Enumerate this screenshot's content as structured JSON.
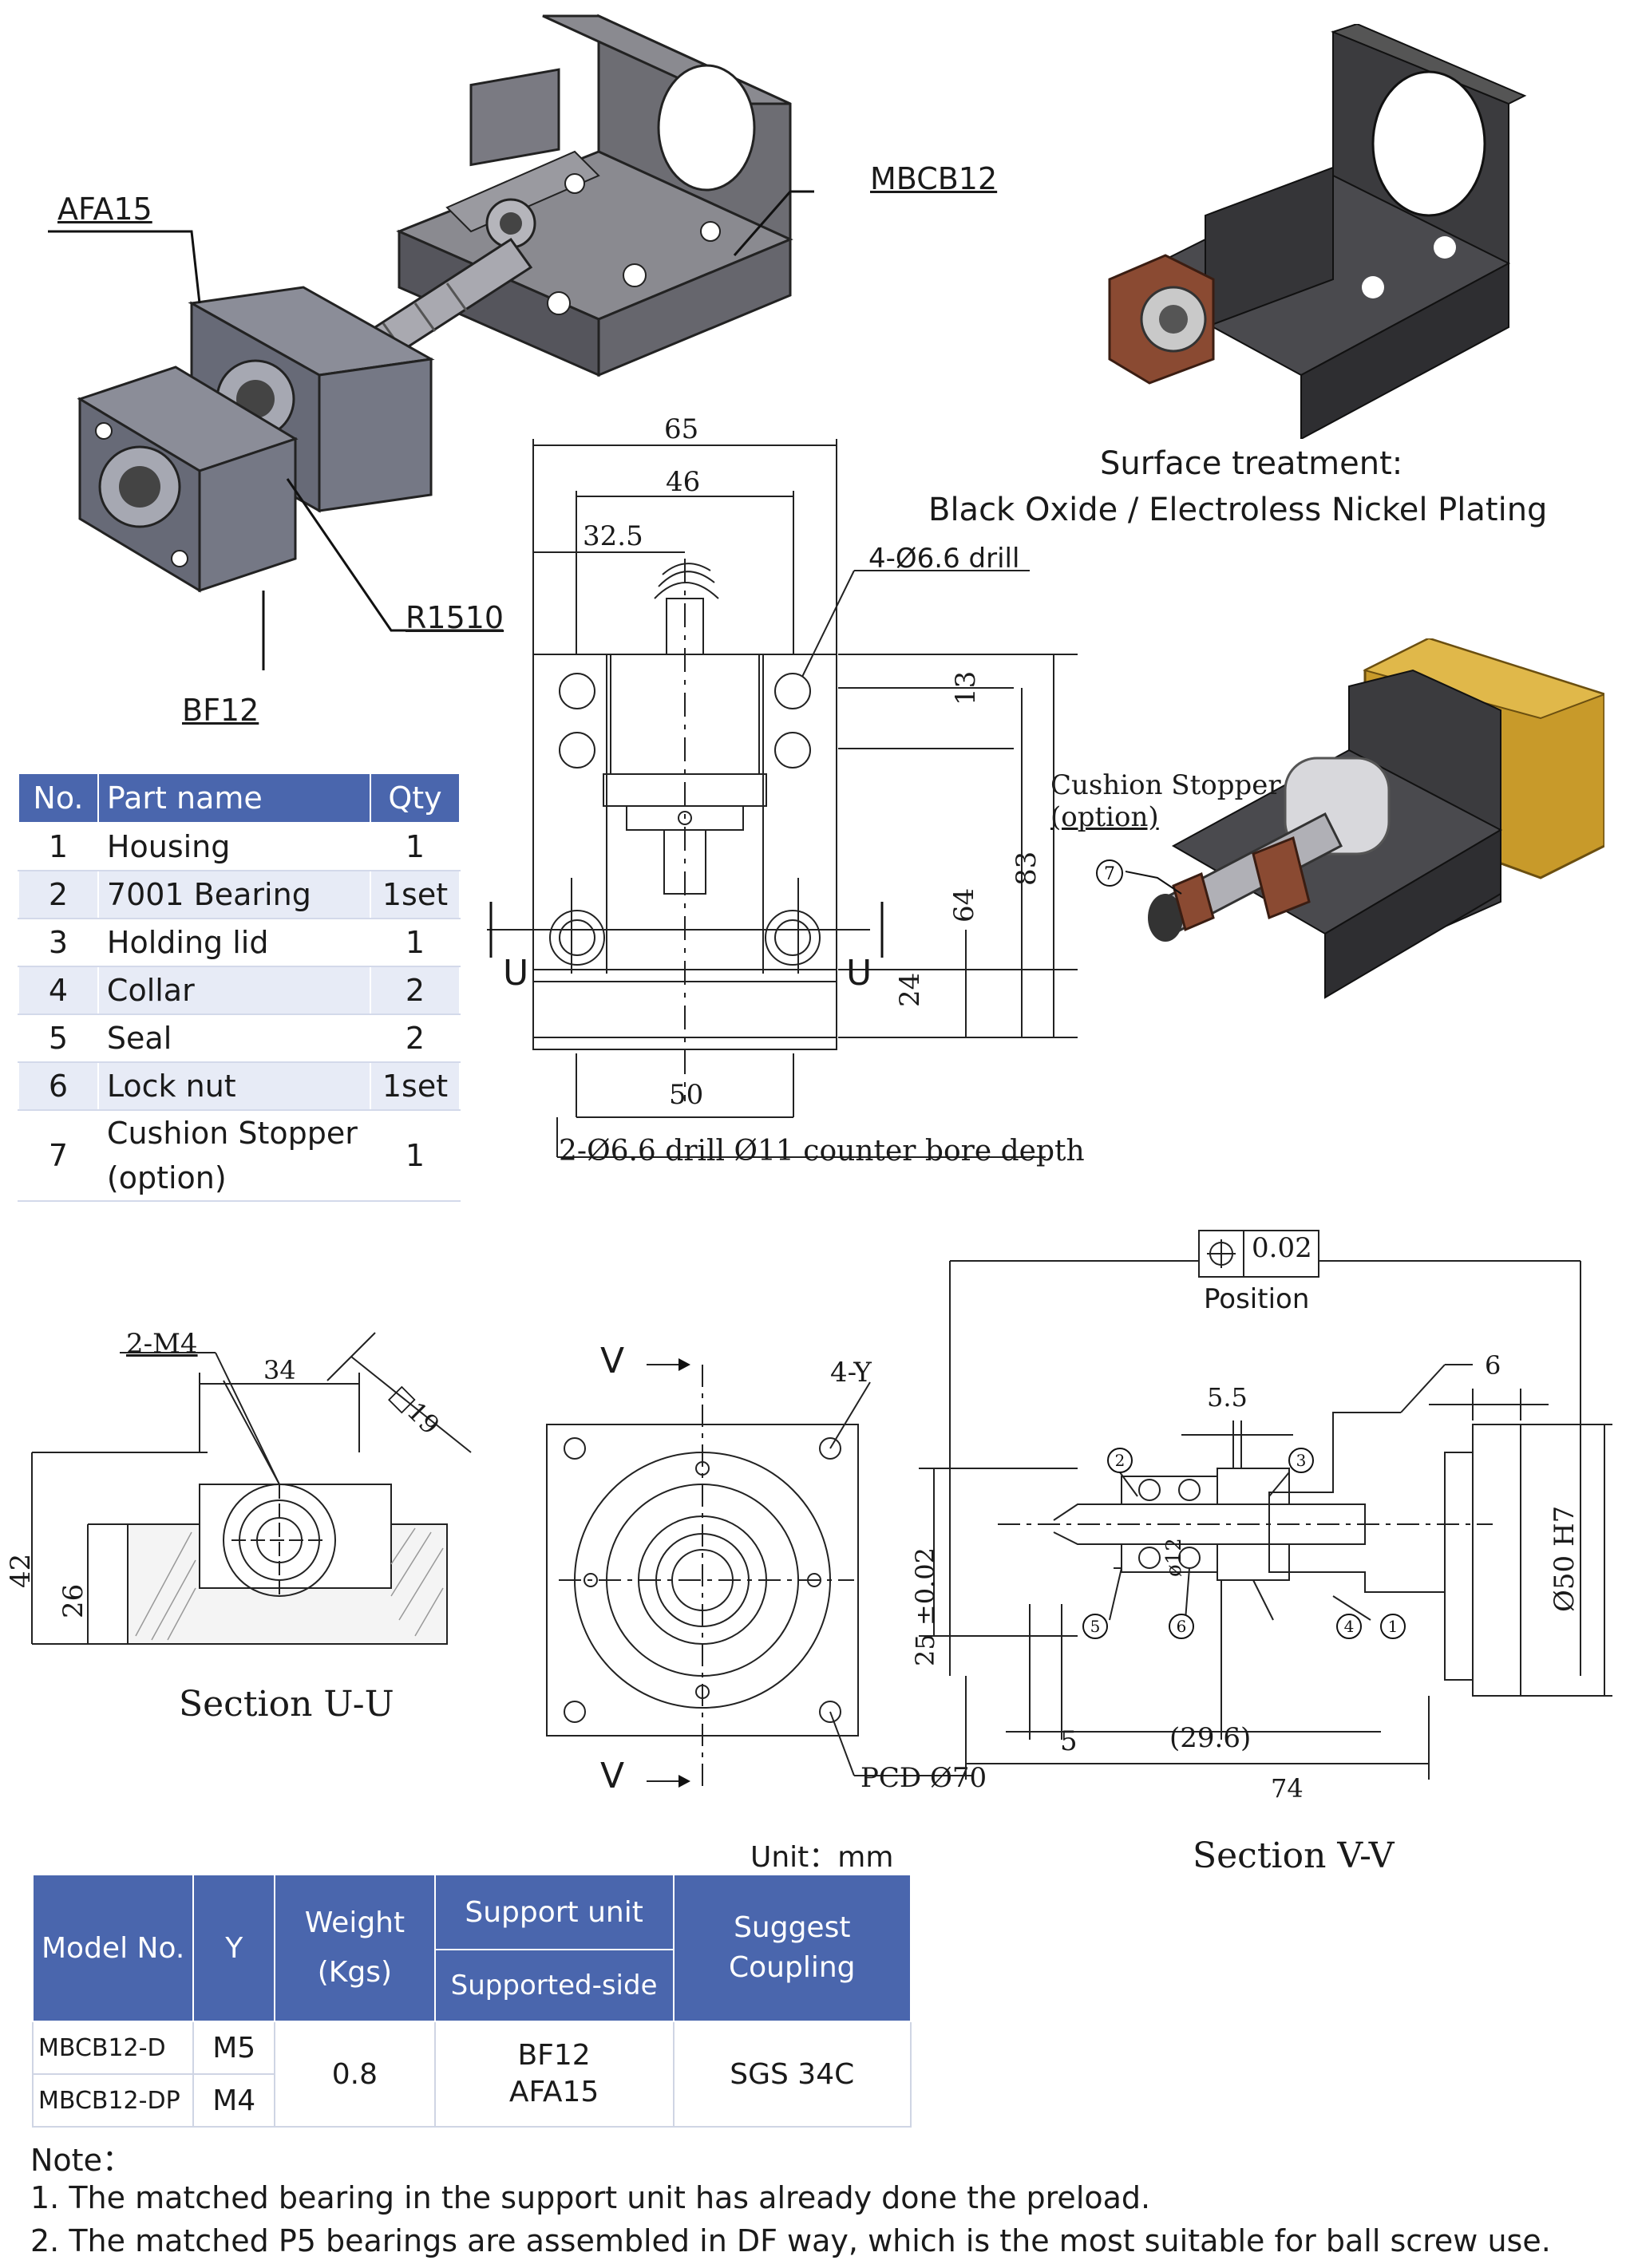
{
  "callouts": {
    "afa15": "AFA15",
    "mbcb12": "MBCB12",
    "r1510": "R1510",
    "bf12": "BF12"
  },
  "surface": {
    "title": "Surface treatment:",
    "value": "Black Oxide / Electroless Nickel Plating"
  },
  "cushion": {
    "line1": "Cushion Stopper",
    "line2": "(option)",
    "marker": "7"
  },
  "front_view": {
    "dim_65": "65",
    "dim_46": "46",
    "dim_32_5": "32.5",
    "drill_4": "4-Ø6.6 drill",
    "dim_13": "13",
    "dim_83": "83",
    "dim_64": "64",
    "dim_24": "24",
    "dim_50": "50",
    "section_u_left": "U",
    "section_u_right": "U",
    "counterbore": "2-Ø6.6 drill Ø11 counter bore depth"
  },
  "parts_table": {
    "headers": [
      "No.",
      "Part name",
      "Qty"
    ],
    "rows": [
      {
        "no": "1",
        "name": "Housing",
        "qty": "1"
      },
      {
        "no": "2",
        "name": "7001 Bearing",
        "qty": "1set"
      },
      {
        "no": "3",
        "name": "Holding lid",
        "qty": "1"
      },
      {
        "no": "4",
        "name": "Collar",
        "qty": "2"
      },
      {
        "no": "5",
        "name": "Seal",
        "qty": "2"
      },
      {
        "no": "6",
        "name": "Lock nut",
        "qty": "1set"
      },
      {
        "no": "7",
        "name_line1": "Cushion Stopper",
        "name_line2": "(option)",
        "qty": "1"
      }
    ]
  },
  "section_uu": {
    "title": "Section U-U",
    "m4": "2-M4",
    "dim_34": "34",
    "dim_sq19": "□19",
    "dim_42": "42",
    "dim_26": "26"
  },
  "end_view": {
    "v_top": "V",
    "v_bottom": "V",
    "y4": "4-Y",
    "pcd": "PCD Ø70"
  },
  "section_vv": {
    "title": "Section V-V",
    "tolerance": "0.02",
    "position": "Position",
    "dim_6": "6",
    "dim_5_5": "5.5",
    "dim_12": "ø12",
    "dim_25": "25 ±0.02",
    "dim_50h7": "Ø50  H7",
    "dim_5": "5",
    "dim_29_6": "(29.6)",
    "dim_74": "74",
    "balloons": [
      "1",
      "2",
      "3",
      "4",
      "5",
      "6"
    ]
  },
  "spec_table": {
    "unit": "Unit：mm",
    "headers": {
      "model": "Model No.",
      "y": "Y",
      "weight_1": "Weight",
      "weight_2": "(Kgs)",
      "support": "Support unit",
      "supported": "Supported-side",
      "coupling_1": "Suggest",
      "coupling_2": "Coupling"
    },
    "rows": [
      {
        "model": "MBCB12-D",
        "y": "M5"
      },
      {
        "model": "MBCB12-DP",
        "y": "M4"
      }
    ],
    "weight": "0.8",
    "support_1": "BF12",
    "support_2": "AFA15",
    "coupling": "SGS 34C"
  },
  "notes": {
    "title": "Note：",
    "items": [
      "1. The matched bearing in the support unit has already done the preload.",
      "2. The matched P5 bearings are assembled in DF way, which is the most suitable for ball screw use."
    ]
  },
  "colors": {
    "table_header": "#4a66ad",
    "table_stripe": "#e7ebf6",
    "housing_grey": "#5c5c66",
    "stopper_copper": "#8a4a32",
    "motor_gold": "#c89a2a"
  }
}
